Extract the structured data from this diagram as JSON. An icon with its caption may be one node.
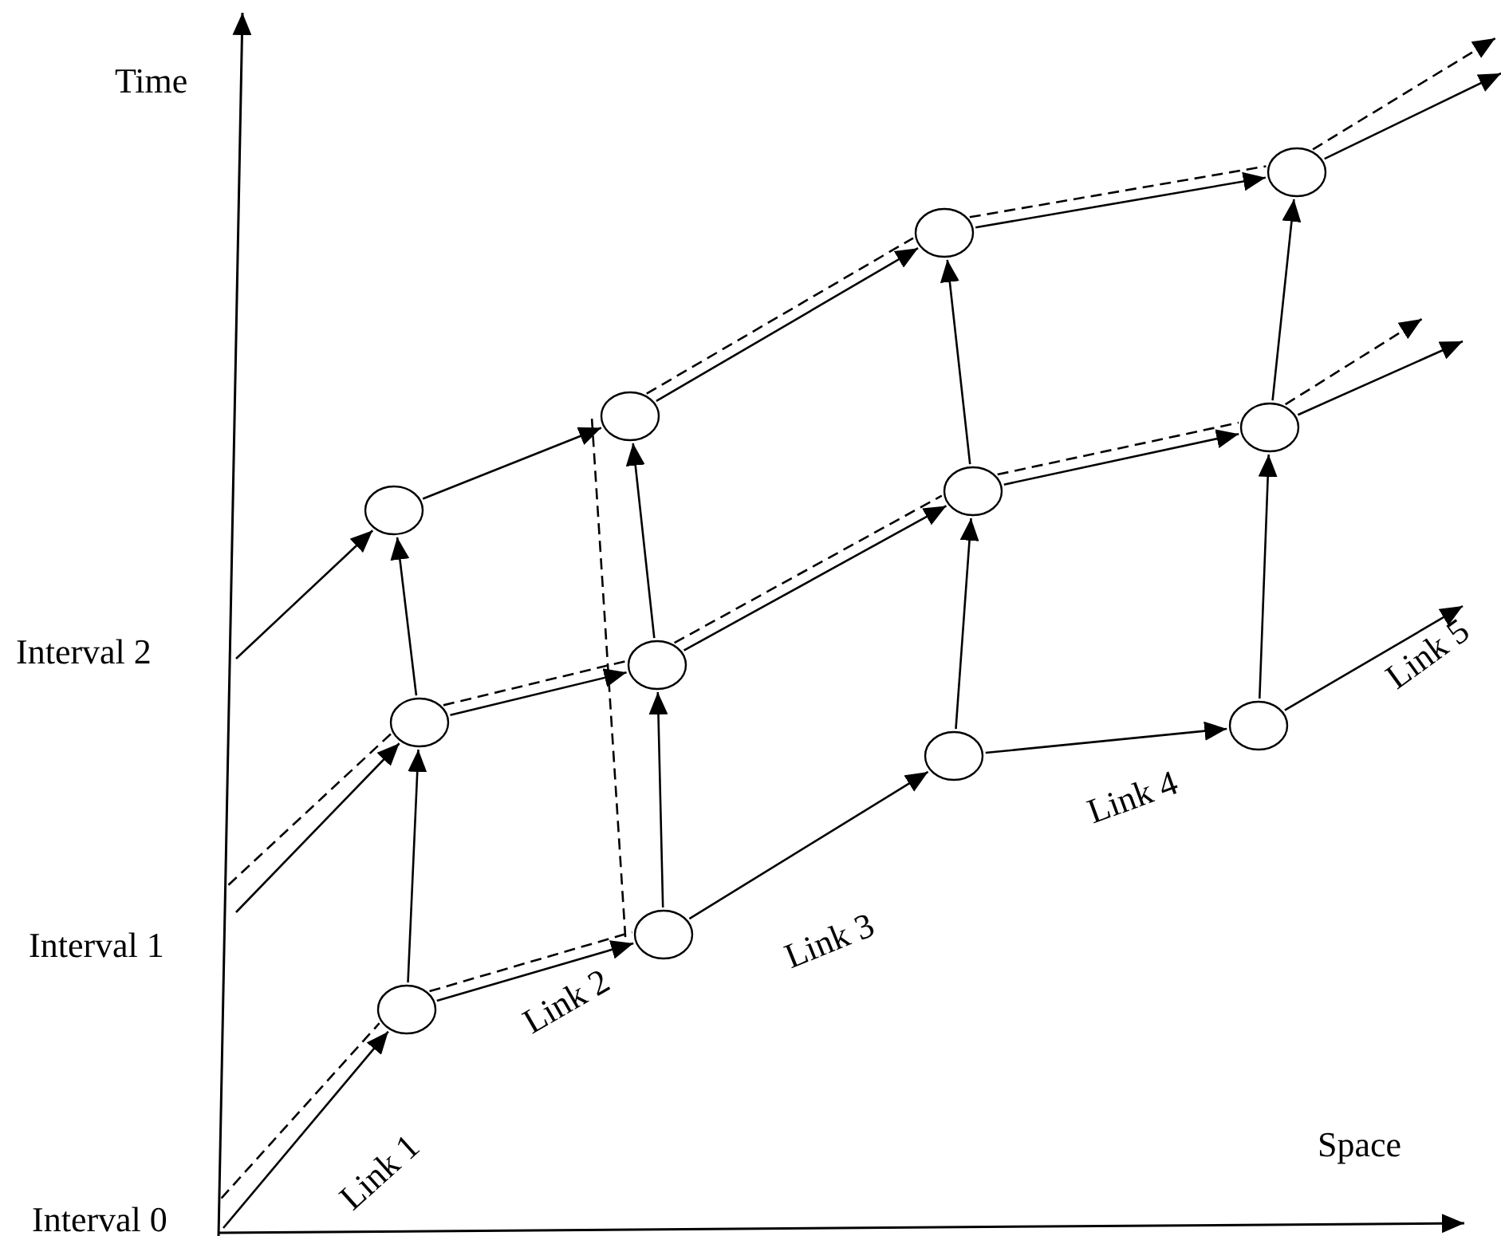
{
  "diagram": {
    "nodes": [
      {
        "text": [],
        "shape": "circle"
      },
      {
        "text": [],
        "shape": "circle"
      },
      {
        "text": [],
        "shape": "circle"
      },
      {
        "text": [],
        "shape": "circle"
      },
      {
        "text": [],
        "shape": "circle"
      },
      {
        "text": [],
        "shape": "circle"
      },
      {
        "text": [],
        "shape": "circle"
      },
      {
        "text": [],
        "shape": "circle"
      },
      {
        "text": [],
        "shape": "circle"
      },
      {
        "text": [],
        "shape": "circle"
      },
      {
        "text": [],
        "shape": "circle"
      },
      {
        "text": [],
        "shape": "circle"
      }
    ],
    "edges": [
      {
        "from": null,
        "to": 8,
        "arrow": "to",
        "label": "Link 1"
      },
      {
        "from": 8,
        "to": 9,
        "arrow": "to",
        "label": "Link 2"
      },
      {
        "from": 9,
        "to": 10,
        "arrow": "to",
        "label": "Link 3"
      },
      {
        "from": 10,
        "to": 11,
        "arrow": "to",
        "label": "Link 4"
      },
      {
        "from": 11,
        "to": null,
        "arrow": "to",
        "label": "Link 5"
      },
      {
        "from": null,
        "to": 4,
        "arrow": "to"
      },
      {
        "from": 4,
        "to": 5,
        "arrow": "to"
      },
      {
        "from": 5,
        "to": 6,
        "arrow": "to"
      },
      {
        "from": 6,
        "to": 7,
        "arrow": "to"
      },
      {
        "from": 7,
        "to": null,
        "arrow": "to"
      },
      {
        "from": null,
        "to": 0,
        "arrow": "to"
      },
      {
        "from": 0,
        "to": 1,
        "arrow": "to"
      },
      {
        "from": 1,
        "to": 2,
        "arrow": "to"
      },
      {
        "from": 2,
        "to": 3,
        "arrow": "to"
      },
      {
        "from": 3,
        "to": null,
        "arrow": "to"
      },
      {
        "from": 8,
        "to": 4,
        "arrow": "to"
      },
      {
        "from": 4,
        "to": 0,
        "arrow": "to"
      },
      {
        "from": 9,
        "to": 5,
        "arrow": "to"
      },
      {
        "from": 5,
        "to": 1,
        "arrow": "to"
      },
      {
        "from": 10,
        "to": 6,
        "arrow": "to"
      },
      {
        "from": 6,
        "to": 2,
        "arrow": "to"
      },
      {
        "from": 11,
        "to": 7,
        "arrow": "to"
      },
      {
        "from": 7,
        "to": 3,
        "arrow": "to"
      },
      {
        "from": null,
        "to": 4,
        "arrow": "none",
        "style": "dashed"
      },
      {
        "from": 4,
        "to": 5,
        "arrow": "none",
        "style": "dashed"
      },
      {
        "from": 5,
        "to": 6,
        "arrow": "none",
        "style": "dashed"
      },
      {
        "from": 6,
        "to": 7,
        "arrow": "none",
        "style": "dashed"
      },
      {
        "from": 7,
        "to": null,
        "arrow": "to",
        "style": "dashed"
      },
      {
        "from": null,
        "to": 8,
        "arrow": "none",
        "style": "dashed"
      },
      {
        "from": 8,
        "to": 9,
        "arrow": "none",
        "style": "dashed"
      },
      {
        "from": 9,
        "to": 1,
        "arrow": "none",
        "style": "dashed"
      },
      {
        "from": 1,
        "to": 2,
        "arrow": "none",
        "style": "dashed"
      },
      {
        "from": 2,
        "to": 3,
        "arrow": "none",
        "style": "dashed"
      },
      {
        "from": 3,
        "to": null,
        "arrow": "to",
        "style": "dashed"
      }
    ],
    "labels": [
      "Time",
      "Interval 2",
      "Interval 1",
      "Interval 0",
      "Space"
    ]
  }
}
